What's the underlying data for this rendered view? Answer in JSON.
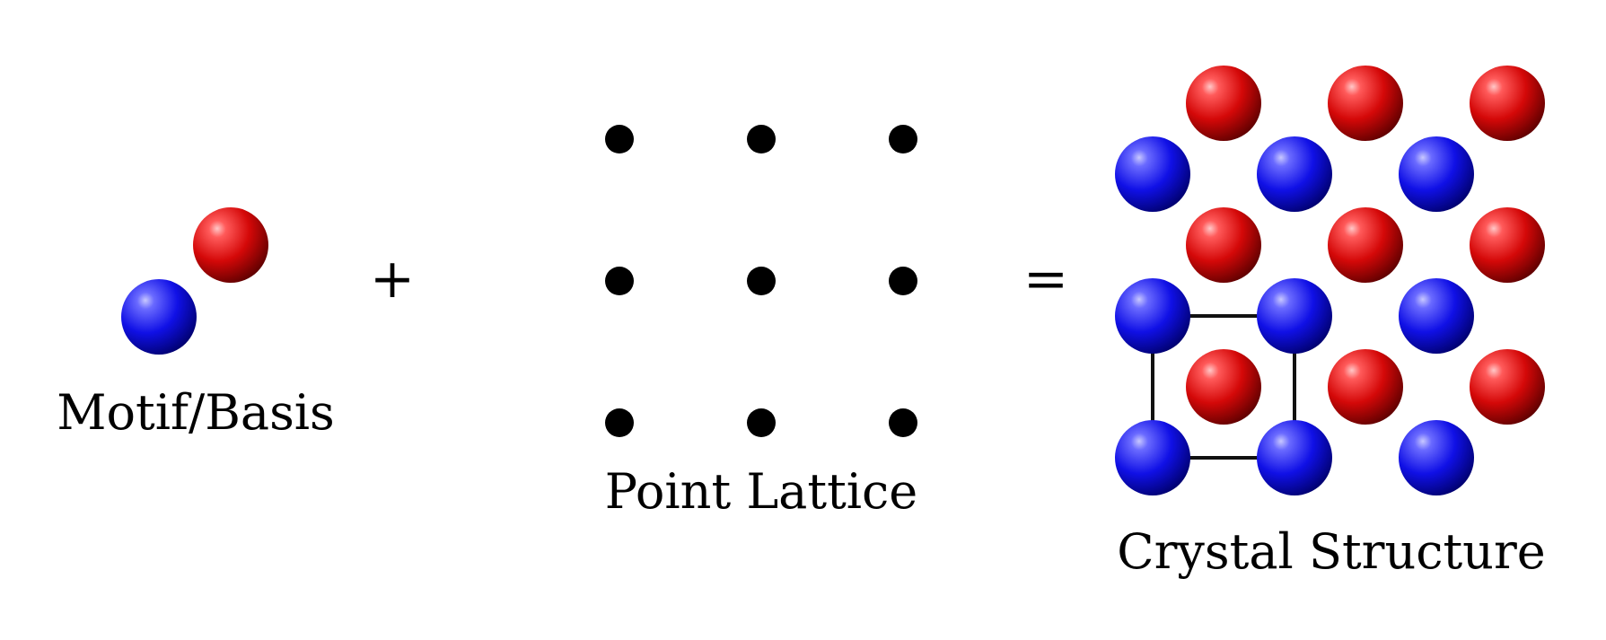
{
  "labels": {
    "motif": "Motif/Basis",
    "lattice": "Point Lattice",
    "crystal": "Crystal Structure"
  },
  "operators": {
    "plus": "+",
    "equals": "="
  },
  "colors": {
    "atom_a": "#1a1aff",
    "atom_b": "#e01010",
    "lattice_point": "#000000",
    "unit_cell": "#111111"
  }
}
